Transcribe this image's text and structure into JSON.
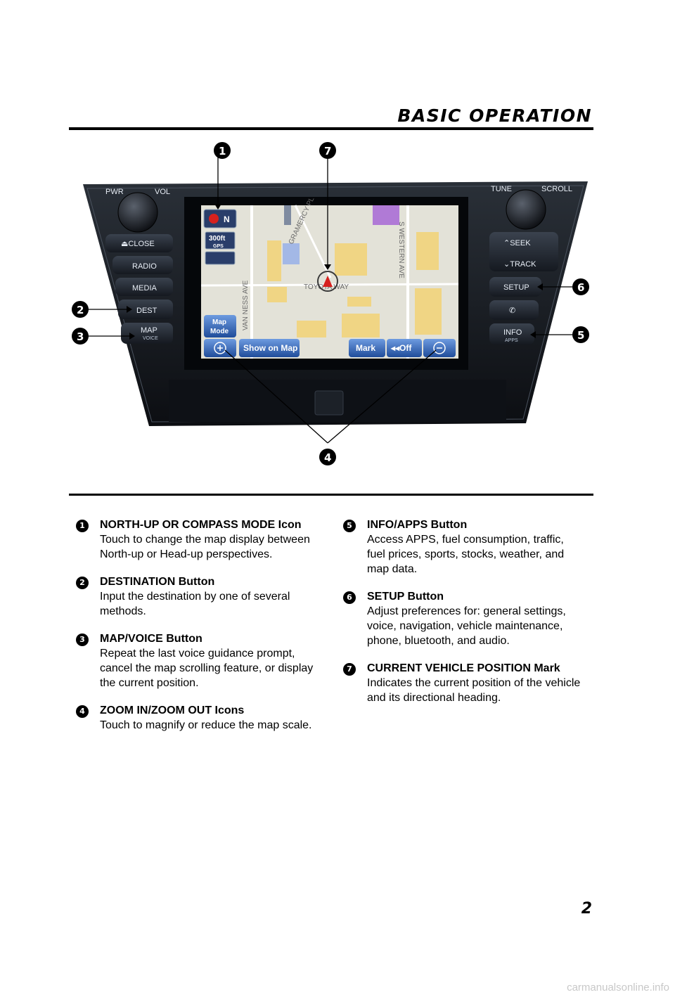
{
  "header": {
    "title": "BASIC OPERATION"
  },
  "figure": {
    "unit_labels": {
      "pwr": "PWR",
      "vol": "VOL",
      "tune": "TUNE",
      "scroll": "SCROLL",
      "close": "CLOSE",
      "radio": "RADIO",
      "media": "MEDIA",
      "dest": "DEST",
      "map": "MAP",
      "voice": "VOICE",
      "seek": "SEEK",
      "track": "TRACK",
      "setup": "SETUP",
      "info": "INFO",
      "apps": "APPS"
    },
    "screen": {
      "north": "N",
      "scale": "300ft",
      "gps": "GPS",
      "map_mode": [
        "Map",
        "Mode"
      ],
      "show_on_map": "Show on Map",
      "mark": "Mark",
      "off": "Off",
      "roads": [
        "VAN NESS AVE",
        "GRAMERCY PL",
        "TOYOTA WAY",
        "S WESTERN AVE"
      ]
    },
    "callouts": [
      "1",
      "7",
      "6",
      "2",
      "5",
      "3",
      "4"
    ]
  },
  "legend": {
    "left": [
      {
        "num": "1",
        "title": "NORTH-UP OR COMPASS MODE Icon",
        "desc": "Touch to change the map display between North-up or Head-up perspectives."
      },
      {
        "num": "2",
        "title": "DESTINATION Button",
        "desc": "Input the destination by one of several methods."
      },
      {
        "num": "3",
        "title": "MAP/VOICE Button",
        "desc": "Repeat the last voice guidance prompt, cancel the map scrolling feature, or display the current position."
      },
      {
        "num": "4",
        "title": "ZOOM IN/ZOOM OUT Icons",
        "desc": "Touch to magnify or reduce the map scale."
      }
    ],
    "right": [
      {
        "num": "5",
        "title": "INFO/APPS Button",
        "desc": "Access APPS, fuel consumption, traffic, fuel prices, sports, stocks, weather, and map data."
      },
      {
        "num": "6",
        "title": "SETUP Button",
        "desc": "Adjust preferences for: general settings, voice, navigation, vehicle maintenance, phone, bluetooth, and audio."
      },
      {
        "num": "7",
        "title": "CURRENT VEHICLE POSITION Mark",
        "desc": "Indicates the current position of the vehicle and its directional heading."
      }
    ]
  },
  "page_number": "2",
  "watermark": "carmanualsonline.info"
}
